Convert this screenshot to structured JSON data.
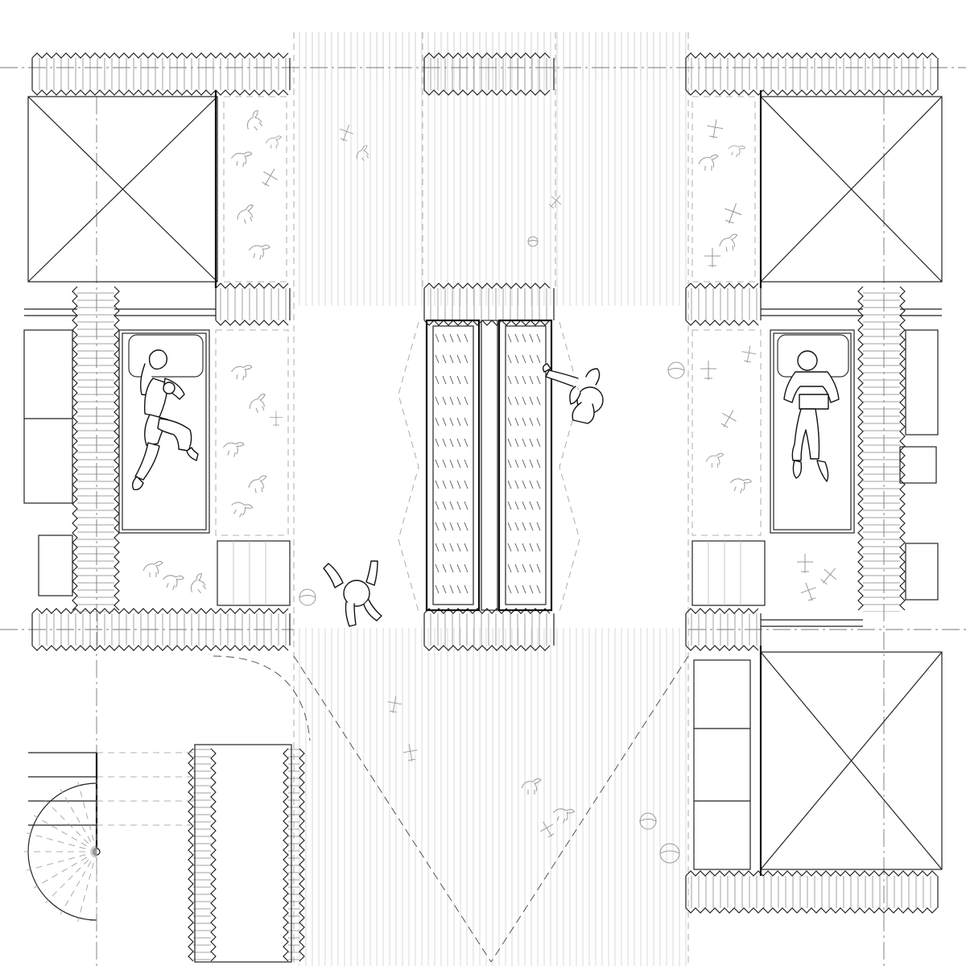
{
  "drawing": {
    "kind": "architectural floor plan",
    "line_color": "#111111",
    "background": "#ffffff",
    "light_line_color": "#b9b9b9"
  },
  "elements": {
    "rooms": [
      "bunk-room-left",
      "bunk-room-right",
      "central-corridor",
      "stair-hall"
    ],
    "beds": [
      "bed-left",
      "bed-right"
    ],
    "figures": [
      "sleeping-girl",
      "reading-child",
      "reaching-child",
      "walking-child"
    ],
    "icons": [
      "dinosaur-icon",
      "airplane-icon",
      "ball-icon"
    ]
  }
}
